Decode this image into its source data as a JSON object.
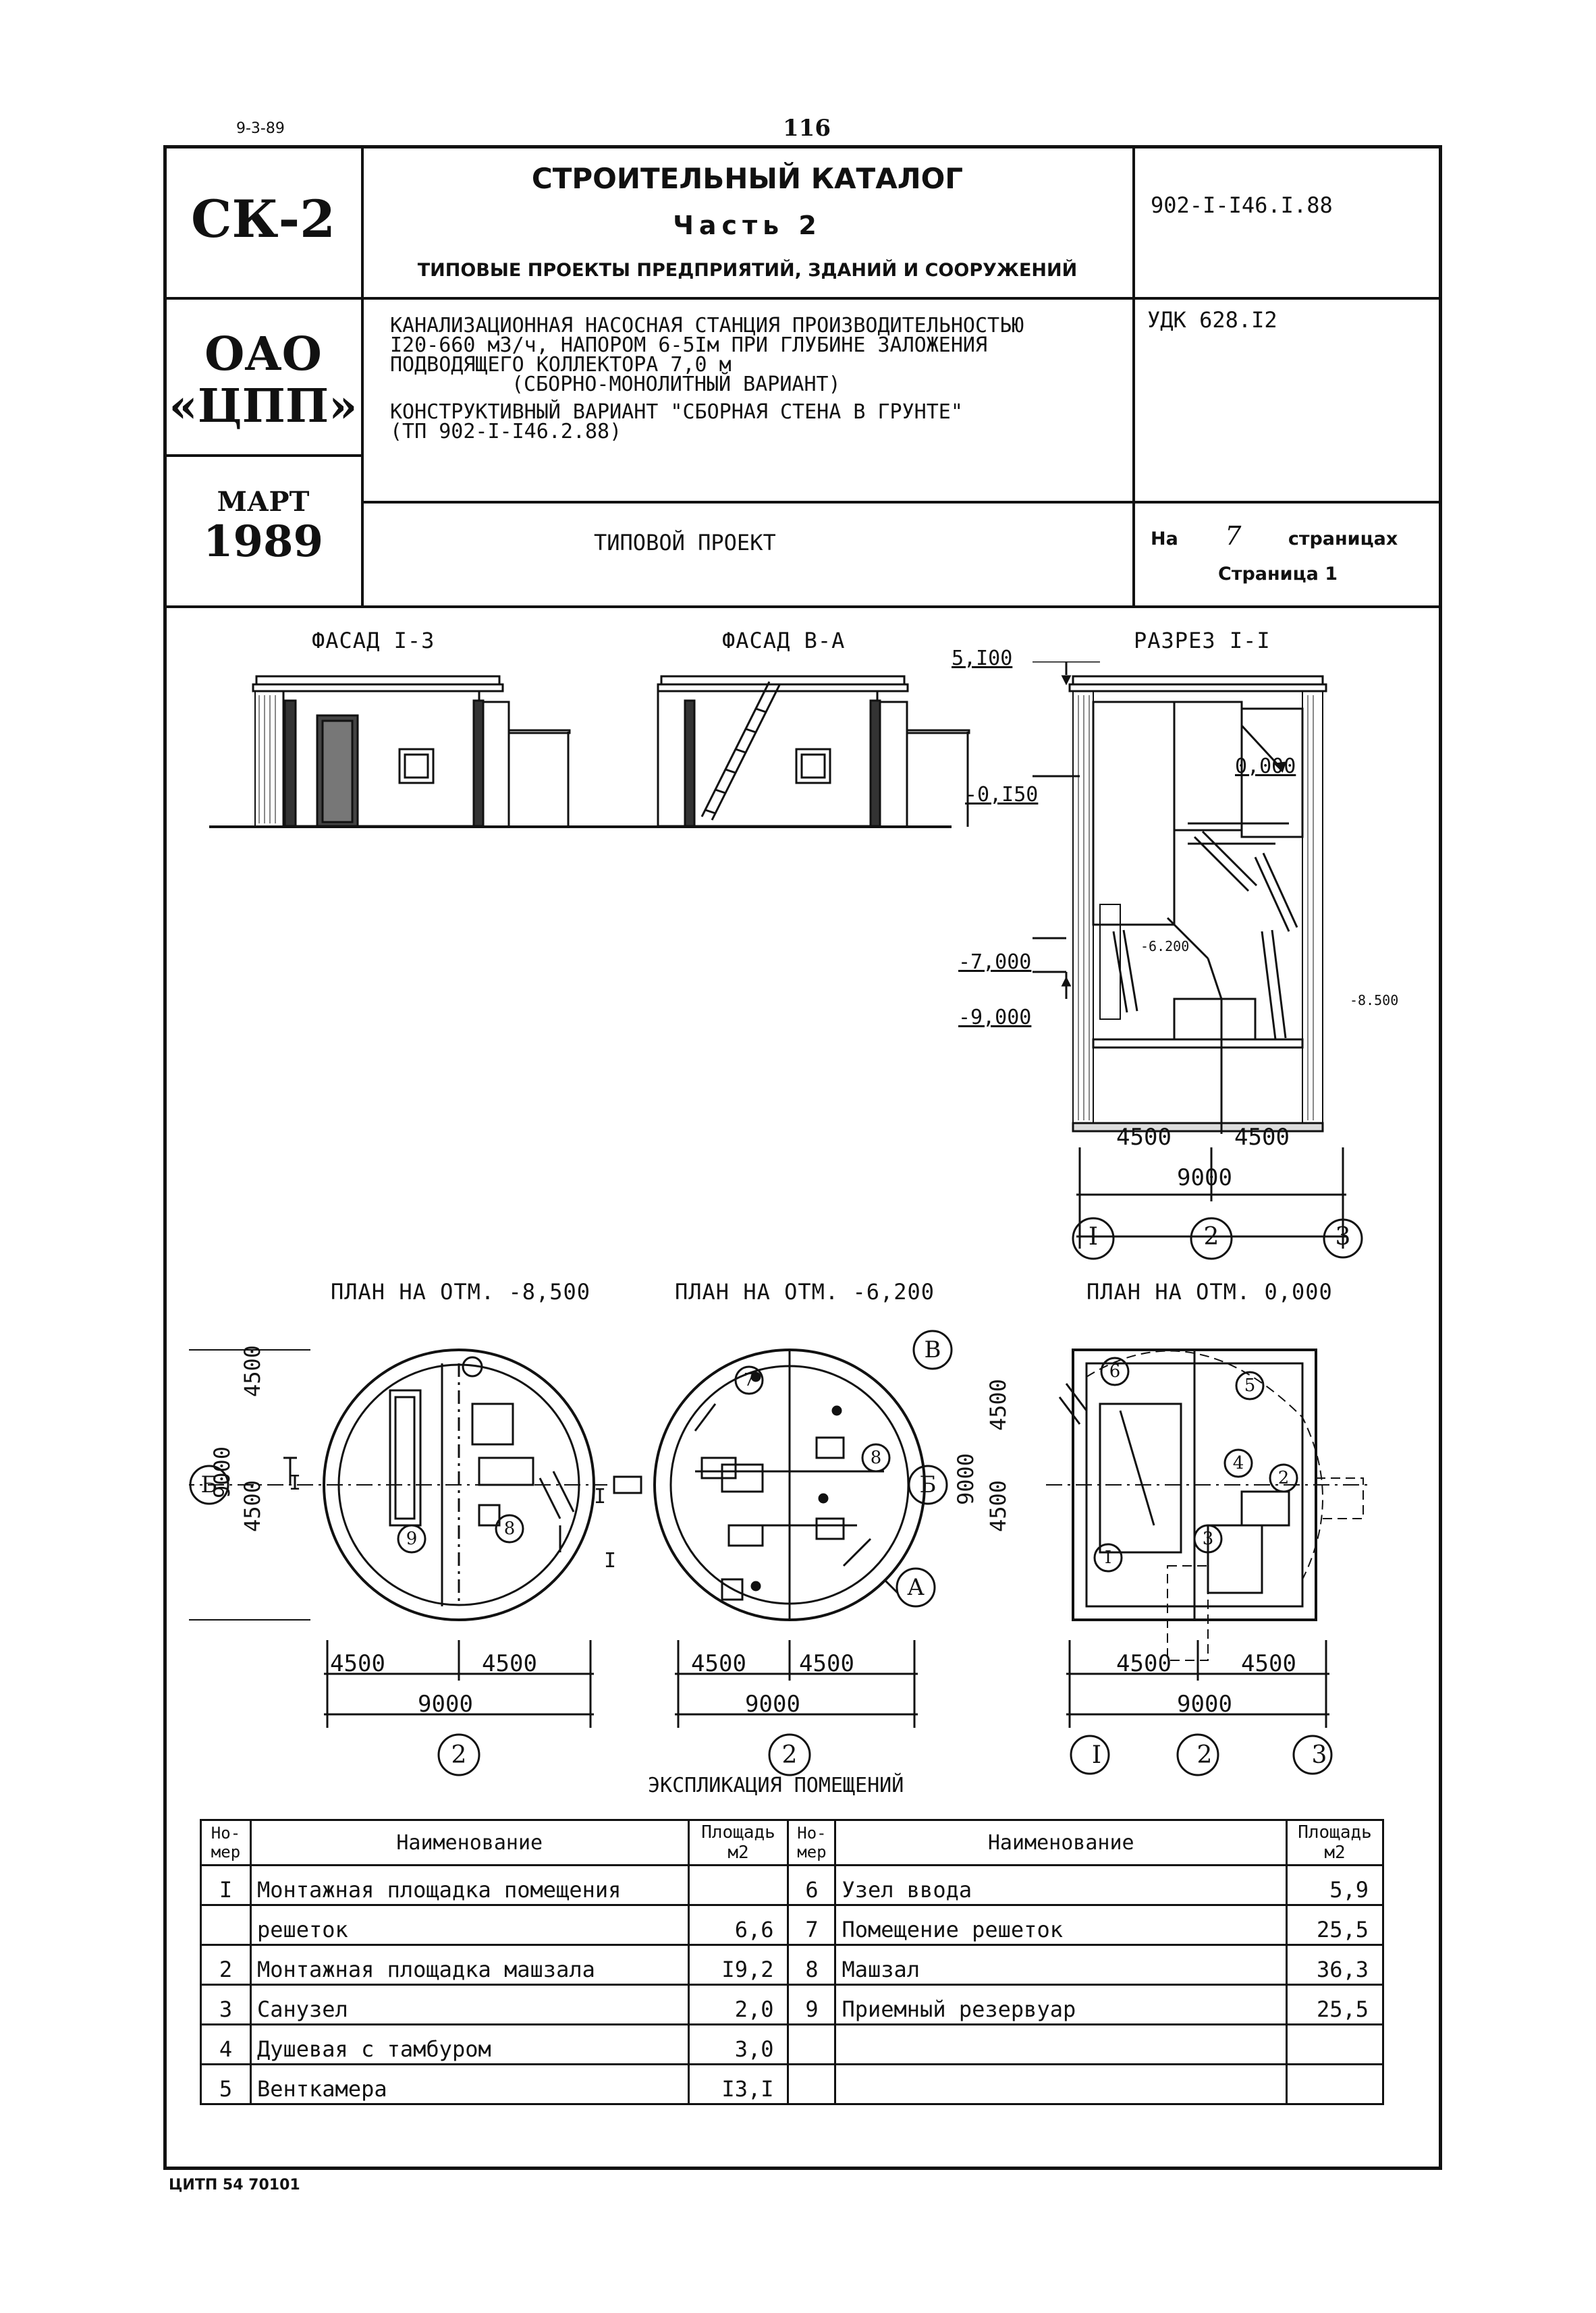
{
  "top": {
    "date": "9-3-89",
    "page_number": "116"
  },
  "header": {
    "series_code": "СК-2",
    "catalog_title": "СТРОИТЕЛЬНЫЙ КАТАЛОГ",
    "part": "Часть 2",
    "part_subtitle": "ТИПОВЫЕ ПРОЕКТЫ ПРЕДПРИЯТИЙ, ЗДАНИЙ И СООРУЖЕНИЙ",
    "project_code": "902-I-I46.I.88",
    "org_line1": "ОАО",
    "org_line2": "«ЦПП»",
    "description_lines": [
      "КАНАЛИЗАЦИОННАЯ НАСОСНАЯ СТАНЦИЯ ПРОИЗВОДИТЕЛЬНОСТЬЮ",
      "I20-660 м3/ч, НАПОРОМ 6-5Iм ПРИ ГЛУБИНЕ ЗАЛОЖЕНИЯ",
      "ПОДВОДЯЩЕГО КОЛЛЕКТОРА 7,0 м",
      "(СБОРНО-МОНОЛИТНЫЙ ВАРИАНТ)",
      "КОНСТРУКТИВНЫЙ ВАРИАНТ \"СБОРНАЯ СТЕНА В ГРУНТЕ\"",
      "(ТП 902-I-I46.2.88)"
    ],
    "udk": "УДК 628.I2",
    "month": "МАРТ",
    "year": "1989",
    "project_type": "ТИПОВОЙ ПРОЕКТ",
    "pages_prefix": "На",
    "pages_count": "7",
    "pages_suffix": "страницах",
    "page_label": "Страница 1"
  },
  "drawings": {
    "facade1_title": "ФАСАД I-3",
    "facade2_title": "ФАСАД В-А",
    "section_title": "РАЗРЕЗ I-I",
    "section_levels": [
      "5,I00",
      "0,000",
      "-0,I50",
      "-6.200",
      "-7,000",
      "-9,000",
      "-8.500"
    ],
    "section_dims": [
      "4500",
      "4500",
      "9000"
    ],
    "axes_section": [
      "I",
      "2",
      "3"
    ],
    "plan1_title": "ПЛАН НА ОТМ. -8,500",
    "plan2_title": "ПЛАН НА ОТМ. -6,200",
    "plan3_title": "ПЛАН НА ОТМ. 0,000",
    "plan_dims": [
      "4500",
      "4500",
      "9000"
    ],
    "plan_vert_dims": [
      "4500",
      "4500",
      "9000"
    ],
    "axis_b": "Б",
    "axis_v": "В",
    "axis_a": "А",
    "cut_label": "I",
    "axis_2": "2",
    "room_marks_plan1": [
      "9",
      "8"
    ],
    "room_marks_plan2": [
      "7",
      "8"
    ],
    "room_marks_plan3": [
      "6",
      "5",
      "4",
      "2",
      "3",
      "I"
    ]
  },
  "explication": {
    "title": "ЭКСПЛИКАЦИЯ ПОМЕЩЕНИЙ",
    "col_num": "Но- мер",
    "col_name": "Наименование",
    "col_area": "Площадь м2",
    "left_rows": [
      {
        "num": "I",
        "name": "Монтажная площадка помещения",
        "area": ""
      },
      {
        "num": "",
        "name": "решеток",
        "area": "6,6"
      },
      {
        "num": "2",
        "name": "Монтажная площадка машзала",
        "area": "I9,2"
      },
      {
        "num": "3",
        "name": "Санузел",
        "area": "2,0"
      },
      {
        "num": "4",
        "name": "Душевая с тамбуром",
        "area": "3,0"
      },
      {
        "num": "5",
        "name": "Венткамера",
        "area": "I3,I"
      }
    ],
    "right_rows": [
      {
        "num": "6",
        "name": "Узел ввода",
        "area": "5,9"
      },
      {
        "num": "7",
        "name": "Помещение решеток",
        "area": "25,5"
      },
      {
        "num": "8",
        "name": "Машзал",
        "area": "36,3"
      },
      {
        "num": "9",
        "name": "Приемный резервуар",
        "area": "25,5"
      },
      {
        "num": "",
        "name": "",
        "area": ""
      },
      {
        "num": "",
        "name": "",
        "area": ""
      }
    ]
  },
  "footer": {
    "code": "ЦИТП 54 70101"
  }
}
